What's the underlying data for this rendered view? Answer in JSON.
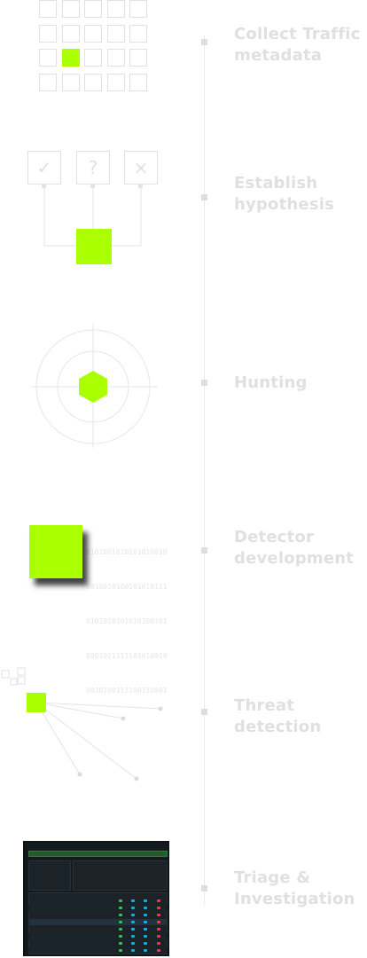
{
  "steps": [
    {
      "title": "Collect Traffic\nmetadata",
      "illustration": "grid-icon"
    },
    {
      "title": "Establish\nhypothesis",
      "illustration": "hypothesis-icon"
    },
    {
      "title": "Hunting",
      "illustration": "crosshair-icon"
    },
    {
      "title": "Detector\ndevelopment",
      "illustration": "detector-icon"
    },
    {
      "title": "Threat\ndetection",
      "illustration": "threat-icon"
    },
    {
      "title": "Triage &\nInvestigation",
      "illustration": "dashboard-icon"
    }
  ],
  "hypothesis": {
    "symbols": [
      "✓",
      "?",
      "×"
    ]
  },
  "binary": {
    "lines": [
      "0101001010101010010",
      "0010010100101010111",
      "0101010101010100101",
      "0001011111101010010",
      "0010100111100110001"
    ]
  },
  "colors": {
    "accent": "#aaff00",
    "muted": "#e0e0e0",
    "line": "#e6e6e6"
  }
}
